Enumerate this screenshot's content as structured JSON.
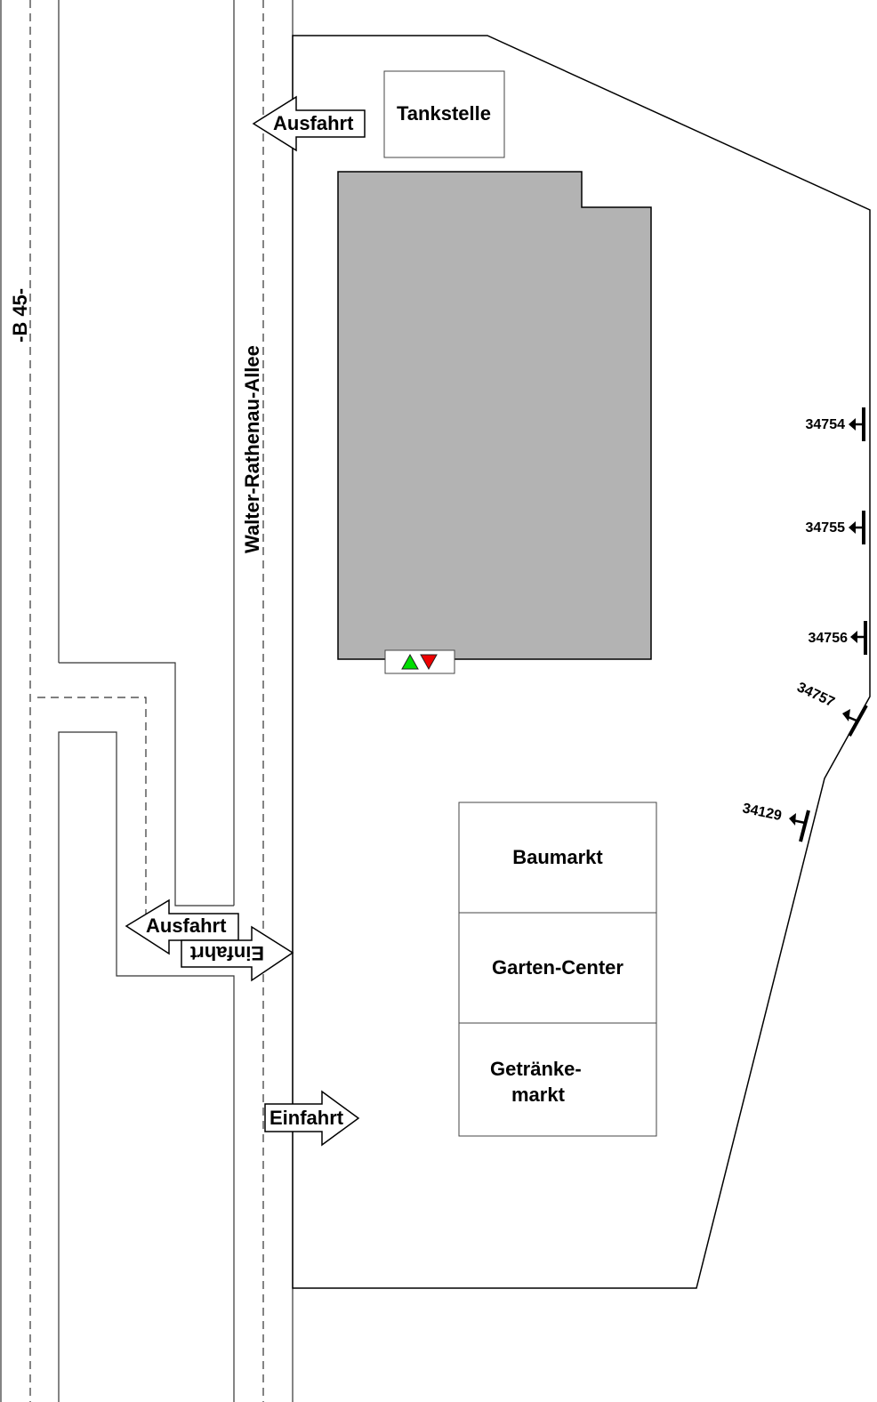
{
  "roads": {
    "b45": "-B 45-",
    "allee": "Walter-Rathenau-Allee"
  },
  "buildings": {
    "tankstelle": "Tankstelle",
    "baumarkt": "Baumarkt",
    "garten": "Garten-Center",
    "getraenke_1": "Getränke-",
    "getraenke_2": "markt"
  },
  "arrows": {
    "ausfahrt_top": "Ausfahrt",
    "ausfahrt_lower": "Ausfahrt",
    "einfahrt_flipped": "Einfahrt",
    "einfahrt_lower": "Einfahrt"
  },
  "stops": [
    "34754",
    "34755",
    "34756",
    "34757",
    "34129"
  ],
  "colors": {
    "building": "#b3b3b3",
    "up": "#00dd00",
    "down": "#ee0000"
  }
}
